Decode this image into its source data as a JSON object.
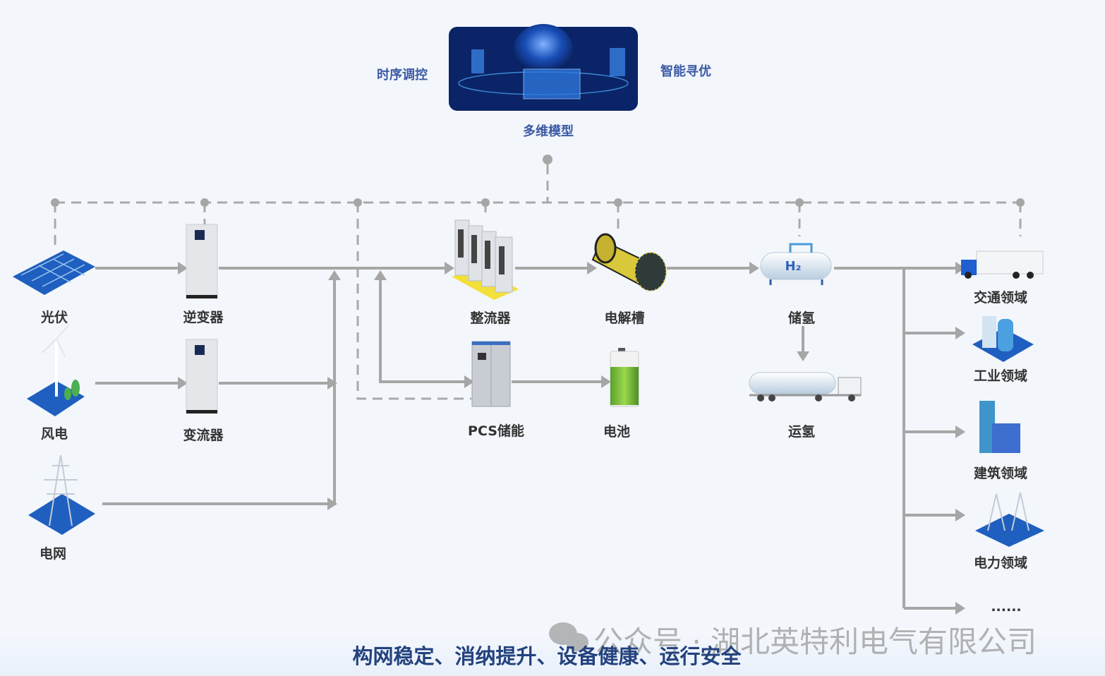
{
  "top": {
    "left_label": "时序调控",
    "right_label": "智能寻优",
    "bottom_label": "多维模型"
  },
  "nodes": {
    "pv": "光伏",
    "inverter": "逆变器",
    "wind": "风电",
    "converter": "变流器",
    "grid": "电网",
    "rectifier": "整流器",
    "electrolyzer": "电解槽",
    "h2_storage": "储氢",
    "pcs": "PCS储能",
    "battery": "电池",
    "h2_transport": "运氢",
    "h2_tank_mark": "H₂"
  },
  "applications": [
    "交通领域",
    "工业领域",
    "建筑领域",
    "电力领域",
    "......"
  ],
  "footer": {
    "slogan": "构网稳定、消纳提升、设备健康、运行安全",
    "watermark": "公众号 · 湖北英特利电气有限公司"
  },
  "colors": {
    "line": "#a6a6a6",
    "accent": "#1f4fa3",
    "slogan": "#23427e"
  }
}
